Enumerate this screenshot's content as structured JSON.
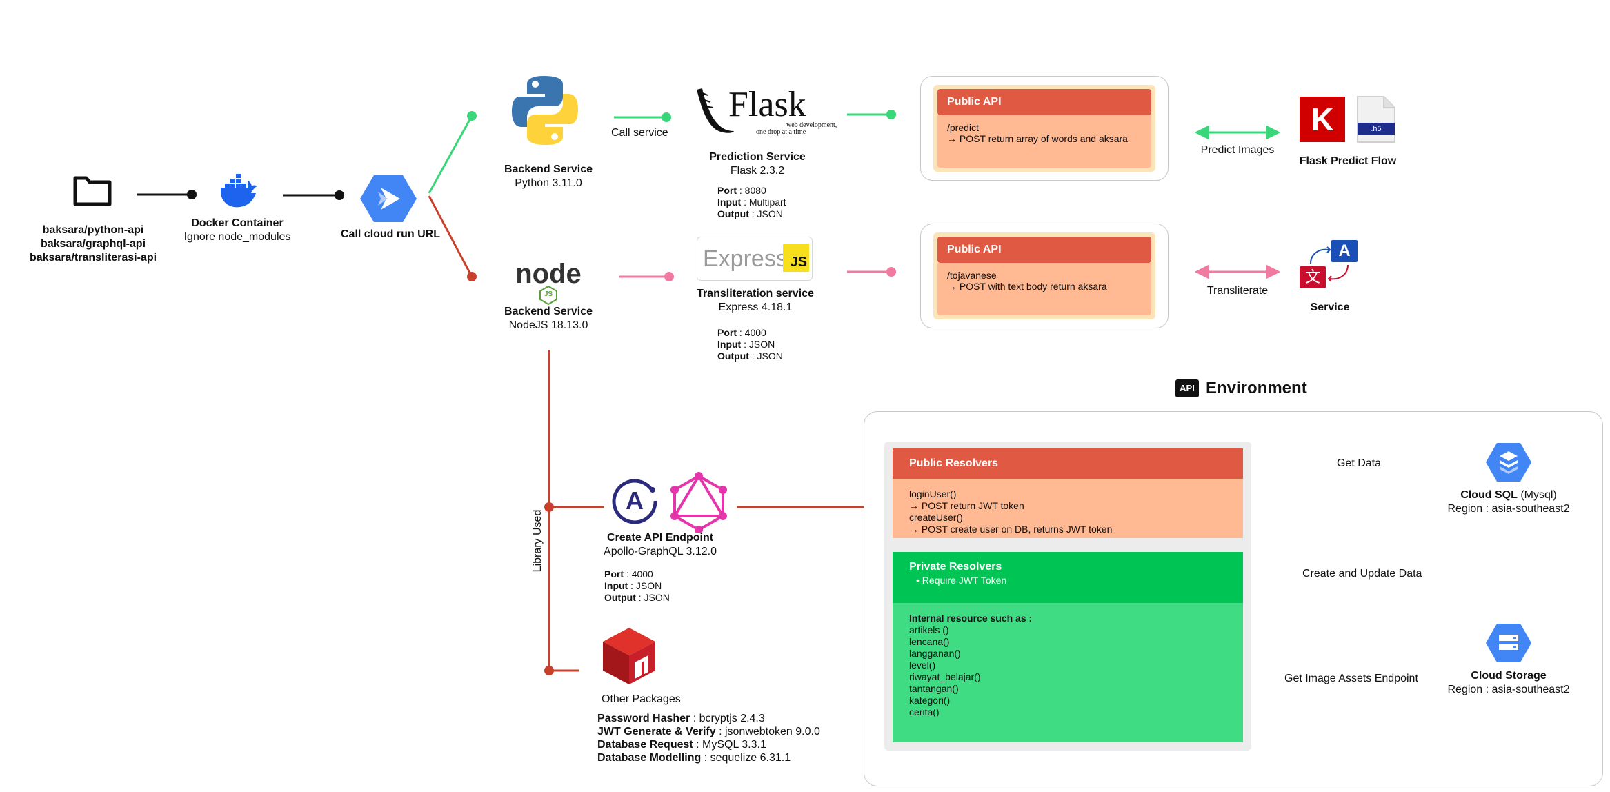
{
  "source": {
    "repos": [
      "baksara/python-api",
      "baksara/graphql-api",
      "baksara/transliterasi-api"
    ]
  },
  "docker": {
    "title": "Docker Container",
    "subtitle": "Ignore node_modules"
  },
  "cloud_run": {
    "title": "Call cloud run URL"
  },
  "python_service": {
    "title": "Backend Service",
    "subtitle": "Python 3.11.0",
    "link_label": "Call service"
  },
  "flask": {
    "logo_text": "Flask",
    "logo_tagline_1": "web development,",
    "logo_tagline_2": "one drop at a time",
    "title": "Prediction Service",
    "subtitle": "Flask 2.3.2",
    "port_label": "Port",
    "port_value": " : 8080",
    "input_label": "Input",
    "input_value": " : Multipart",
    "output_label": "Output",
    "output_value": " : JSON"
  },
  "predict_api": {
    "header": "Public API",
    "path": "/predict",
    "desc": "→ POST return array of words and aksara"
  },
  "predict_link": {
    "label": "Predict Images"
  },
  "predict_flow": {
    "title": "Flask Predict Flow",
    "keras_letter": "K",
    "file_ext": ".h5"
  },
  "node_service": {
    "logo_text": "node",
    "logo_badge": "JS",
    "title": "Backend Service",
    "subtitle": "NodeJS 18.13.0"
  },
  "express": {
    "logo_text": "Express",
    "logo_badge": "JS",
    "title": "Transliteration service",
    "subtitle": "Express 4.18.1",
    "port_label": "Port",
    "port_value": " : 4000",
    "input_label": "Input",
    "input_value": " : JSON",
    "output_label": "Output",
    "output_value": " : JSON"
  },
  "translit_api": {
    "header": "Public API",
    "path": "/tojavanese",
    "desc": "→ POST with   text body return aksara"
  },
  "translit_link": {
    "label": "Transliterate"
  },
  "translit_service": {
    "title": "Service",
    "glyph_a": "A",
    "glyph_b": "文"
  },
  "library_used": {
    "label": "Library Used"
  },
  "graphql": {
    "apollo_letter": "A",
    "title": "Create API Endpoint",
    "subtitle": "Apollo-GraphQL 3.12.0",
    "port_label": "Port",
    "port_value": " : 4000",
    "input_label": "Input",
    "input_value": " : JSON",
    "output_label": "Output",
    "output_value": " : JSON"
  },
  "packages": {
    "title": "Other Packages",
    "items": [
      {
        "label": "Password Hasher",
        "value": " : bcryptjs 2.4.3"
      },
      {
        "label": "JWT Generate & Verify",
        "value": " : jsonwebtoken 9.0.0"
      },
      {
        "label": "Database Request",
        "value": " : MySQL 3.3.1"
      },
      {
        "label": "Database Modelling",
        "value": " : sequelize 6.31.1"
      }
    ]
  },
  "environment": {
    "badge": "API",
    "title": "Environment"
  },
  "public_resolvers": {
    "header": "Public Resolvers",
    "lines": [
      "loginUser()",
      "→ POST return JWT token",
      "createUser()",
      "→ POST create user on DB, returns JWT token"
    ]
  },
  "private_resolvers": {
    "header": "Private Resolvers",
    "bullet": "•  Require JWT Token",
    "internal_title": "Internal resource such as :",
    "items": [
      "artikels ()",
      "lencana()",
      "langganan()",
      "level()",
      "riwayat_belajar()",
      "tantangan()",
      "kategori()",
      "cerita()"
    ]
  },
  "db_links": {
    "get_data": "Get Data",
    "create_update": "Create and Update Data",
    "image_assets": "Get Image Assets Endpoint"
  },
  "cloud_sql": {
    "title": "Cloud SQL",
    "engine": " (Mysql)",
    "region": "Region : asia-southeast2"
  },
  "cloud_storage": {
    "title": "Cloud Storage",
    "region": "Region : asia-southeast2"
  },
  "colors": {
    "green": "#3ad67a",
    "red": "#c8402b",
    "pink": "#f07aa0",
    "api_header": "#e05a43",
    "gcp_blue": "#4285f4",
    "keras_red": "#d00000"
  }
}
